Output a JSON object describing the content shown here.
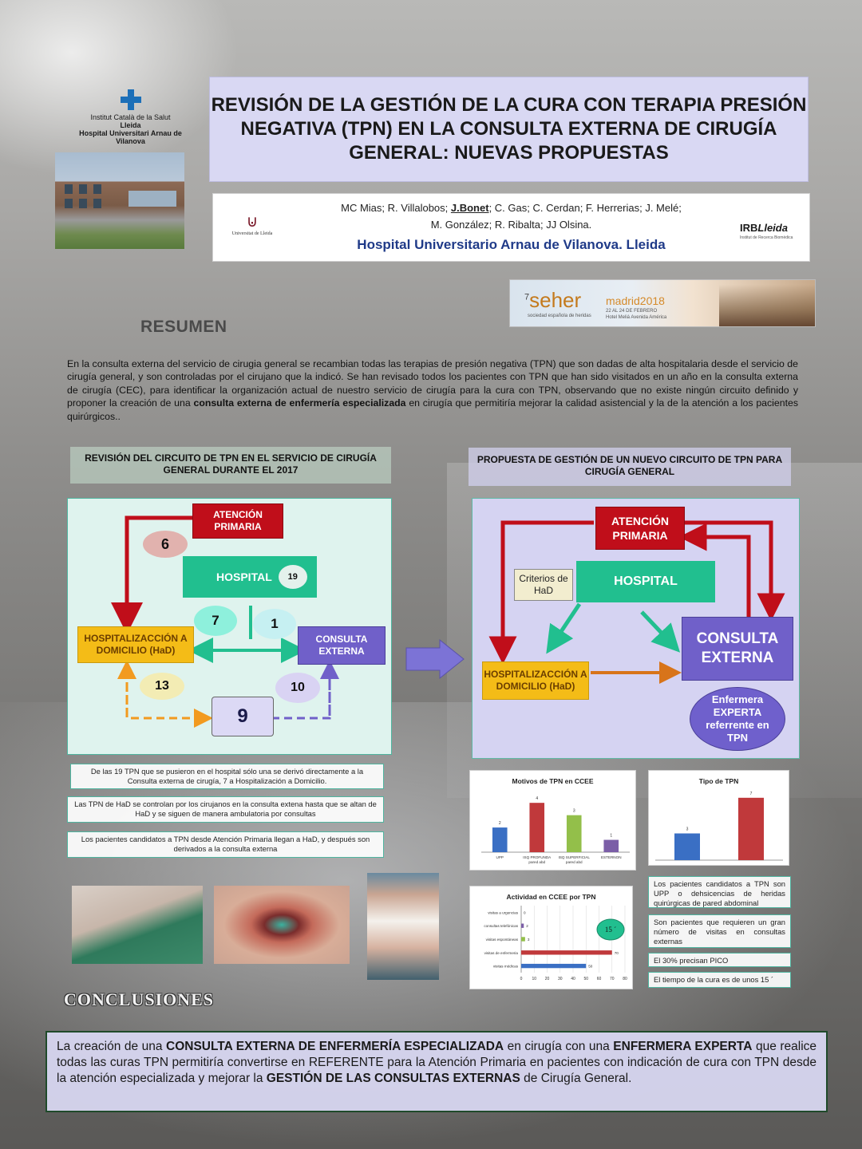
{
  "header": {
    "ics_logo": {
      "line1": "Institut Català de la Salut",
      "line2": "Lleida",
      "line3": "Hospital Universitari Arnau de Vilanova"
    },
    "title": "REVISIÓN DE LA GESTIÓN DE LA CURA CON TERAPIA PRESIÓN NEGATIVA (TPN) EN LA CONSULTA EXTERNA DE CIRUGÍA GENERAL: NUEVAS PROPUESTAS",
    "authors_line1_a": "MC Mias;  R. Villalobos;  ",
    "authors_line1_u": "J.Bonet",
    "authors_line1_b": ";  C. Gas;  C. Cerdan;  F. Herrerias;  J. Melé;",
    "authors_line2": "M. González;  R. Ribalta;  JJ Olsina.",
    "institution": "Hospital Universitario Arnau de Vilanova. Lleida",
    "udl_logo_text": "Universitat de Lleida",
    "irb_logo": {
      "a": "IRB",
      "b": "Lleida",
      "c": "Institut de Recerca Biomèdica"
    }
  },
  "congress_banner": {
    "name": "seher",
    "edition": "7",
    "subtitle": "sociedad española de heridas",
    "city": "madrid2018",
    "dates": "22 AL 24 DE FEBRERO",
    "hotel": "Hotel Meliá Avenida América"
  },
  "resumen": {
    "heading": "RESUMEN",
    "text_a": "En la consulta externa del servicio de cirugia general se recambian todas las terapias de presión negativa (TPN) que son dadas de alta hospitalaria desde el servicio de cirugía general, y son controladas por el cirujano que la indicó. Se han revisado todos los pacientes con TPN que han sido visitados en un año en la consulta externa de cirugía (CEC), para identificar la organización actual de nuestro servicio de cirugía para la cura con TPN, observando que no existe ningún circuito definido y proponer la creación de una ",
    "text_bold": "consulta externa de enfermería especializada",
    "text_b": " en cirugía que permitiría mejorar la calidad asistencial y la de la atención a los pacientes quirúrgicos.."
  },
  "left_section": {
    "title": "REVISIÓN DEL CIRCUITO DE TPN EN EL SERVICIO DE CIRUGÍA GENERAL  DURANTE EL 2017",
    "atencion_primaria": "ATENCIÓN PRIMARIA",
    "hospital": "HOSPITAL",
    "hospital_count": "19",
    "had": "HOSPITALIZACCIÓN A DOMICILIO (HaD)",
    "consulta": "CONSULTA EXTERNA",
    "n_ap_had": "6",
    "n_hosp_had": "7",
    "n_hosp_ce": "1",
    "n_had_loop": "13",
    "n_ce_loop": "10",
    "n_center": "9",
    "notes": [
      "De las 19 TPN que se pusieron en el hospital sólo una se derivó directamente a la Consulta externa de cirugía, 7 a Hospitalización a Domicilio.",
      "Las TPN de HaD se controlan por los cirujanos en la consulta extena hasta que se altan de HaD y se siguen de manera ambulatoria por consultas",
      "Los pacientes candidatos a TPN desde Atención Primaria llegan a HaD, y después son derivados a la consulta externa"
    ]
  },
  "right_section": {
    "title": "PROPUESTA DE GESTIÓN DE UN NUEVO CIRCUITO DE TPN PARA CIRUGÍA GENERAL",
    "atencion_primaria": "ATENCIÓN PRIMARIA",
    "hospital": "HOSPITAL",
    "criterios": "Criterios de HaD",
    "had": "HOSPITALIZACCIÓN A DOMICILIO (HaD)",
    "consulta": "CONSULTA EXTERNA",
    "enfermera": "Enfermera EXPERTA referrente en TPN",
    "notes": [
      "Los pacientes candidatos a TPN son UPP o dehsicencias de heridas quirúrgicas de pared abdominal",
      "Son pacientes que requieren un gran número de visitas en consultas externas",
      "El 30% precisan PICO",
      "El tiempo de la cura es de unos 15 ´"
    ]
  },
  "chart_data": [
    {
      "type": "bar",
      "title": "Motivos de TPN en CCEE",
      "categories": [
        "UPP",
        "ISQ PROFUNDA pared abd",
        "ISQ SUPERFICIAL pared abd",
        "ESTERNON"
      ],
      "values": [
        2,
        4,
        3,
        1
      ],
      "colors": [
        "#3a6fc4",
        "#c0393b",
        "#93bf4a",
        "#7b5ea7"
      ],
      "ylim": [
        0,
        4.4
      ],
      "grid": false
    },
    {
      "type": "bar",
      "title": "Tipo de TPN",
      "categories": [
        "",
        ""
      ],
      "values": [
        3,
        7
      ],
      "colors": [
        "#3a6fc4",
        "#c0393b"
      ],
      "ylim": [
        0,
        7.7
      ],
      "grid": false
    },
    {
      "type": "bar",
      "orientation": "horizontal",
      "title": "Actividad en CCEE por TPN",
      "categories": [
        "visitas a urgencias",
        "consultas telefónicas",
        "visitas espontáneas",
        "visitas de enfermeria",
        "visitas médicas"
      ],
      "values": [
        0,
        2,
        3,
        70,
        50
      ],
      "colors": [
        "#4f86c6",
        "#7b5ea7",
        "#93bf4a",
        "#c0393b",
        "#3a6fc4"
      ],
      "xticks": [
        "0",
        "10",
        "20",
        "30",
        "40",
        "50",
        "60",
        "70",
        "80"
      ],
      "xlim": [
        0,
        80
      ],
      "annotation": "15 ´",
      "grid": true
    }
  ],
  "conclusiones": {
    "heading": "CONCLUSIONES",
    "p1": "La creación de una ",
    "b1": "CONSULTA EXTERNA DE ENFERMERÍA ESPECIALIZADA",
    "p2": " en cirugía con una ",
    "b2": "ENFERMERA EXPERTA",
    "p3": " que realice todas las curas TPN permitiría convertirse en REFERENTE para la Atención Primaria en pacientes con indicación de cura con TPN desde la atención especializada y mejorar la ",
    "b3": "GESTIÓN DE LAS CONSULTAS EXTERNAS",
    "p4": " de Cirugía General."
  },
  "colors": {
    "red": "#c00e1a",
    "green": "#21bf8f",
    "yellow": "#f4bc17",
    "purple": "#7060c9",
    "orange": "#f29a1f"
  }
}
